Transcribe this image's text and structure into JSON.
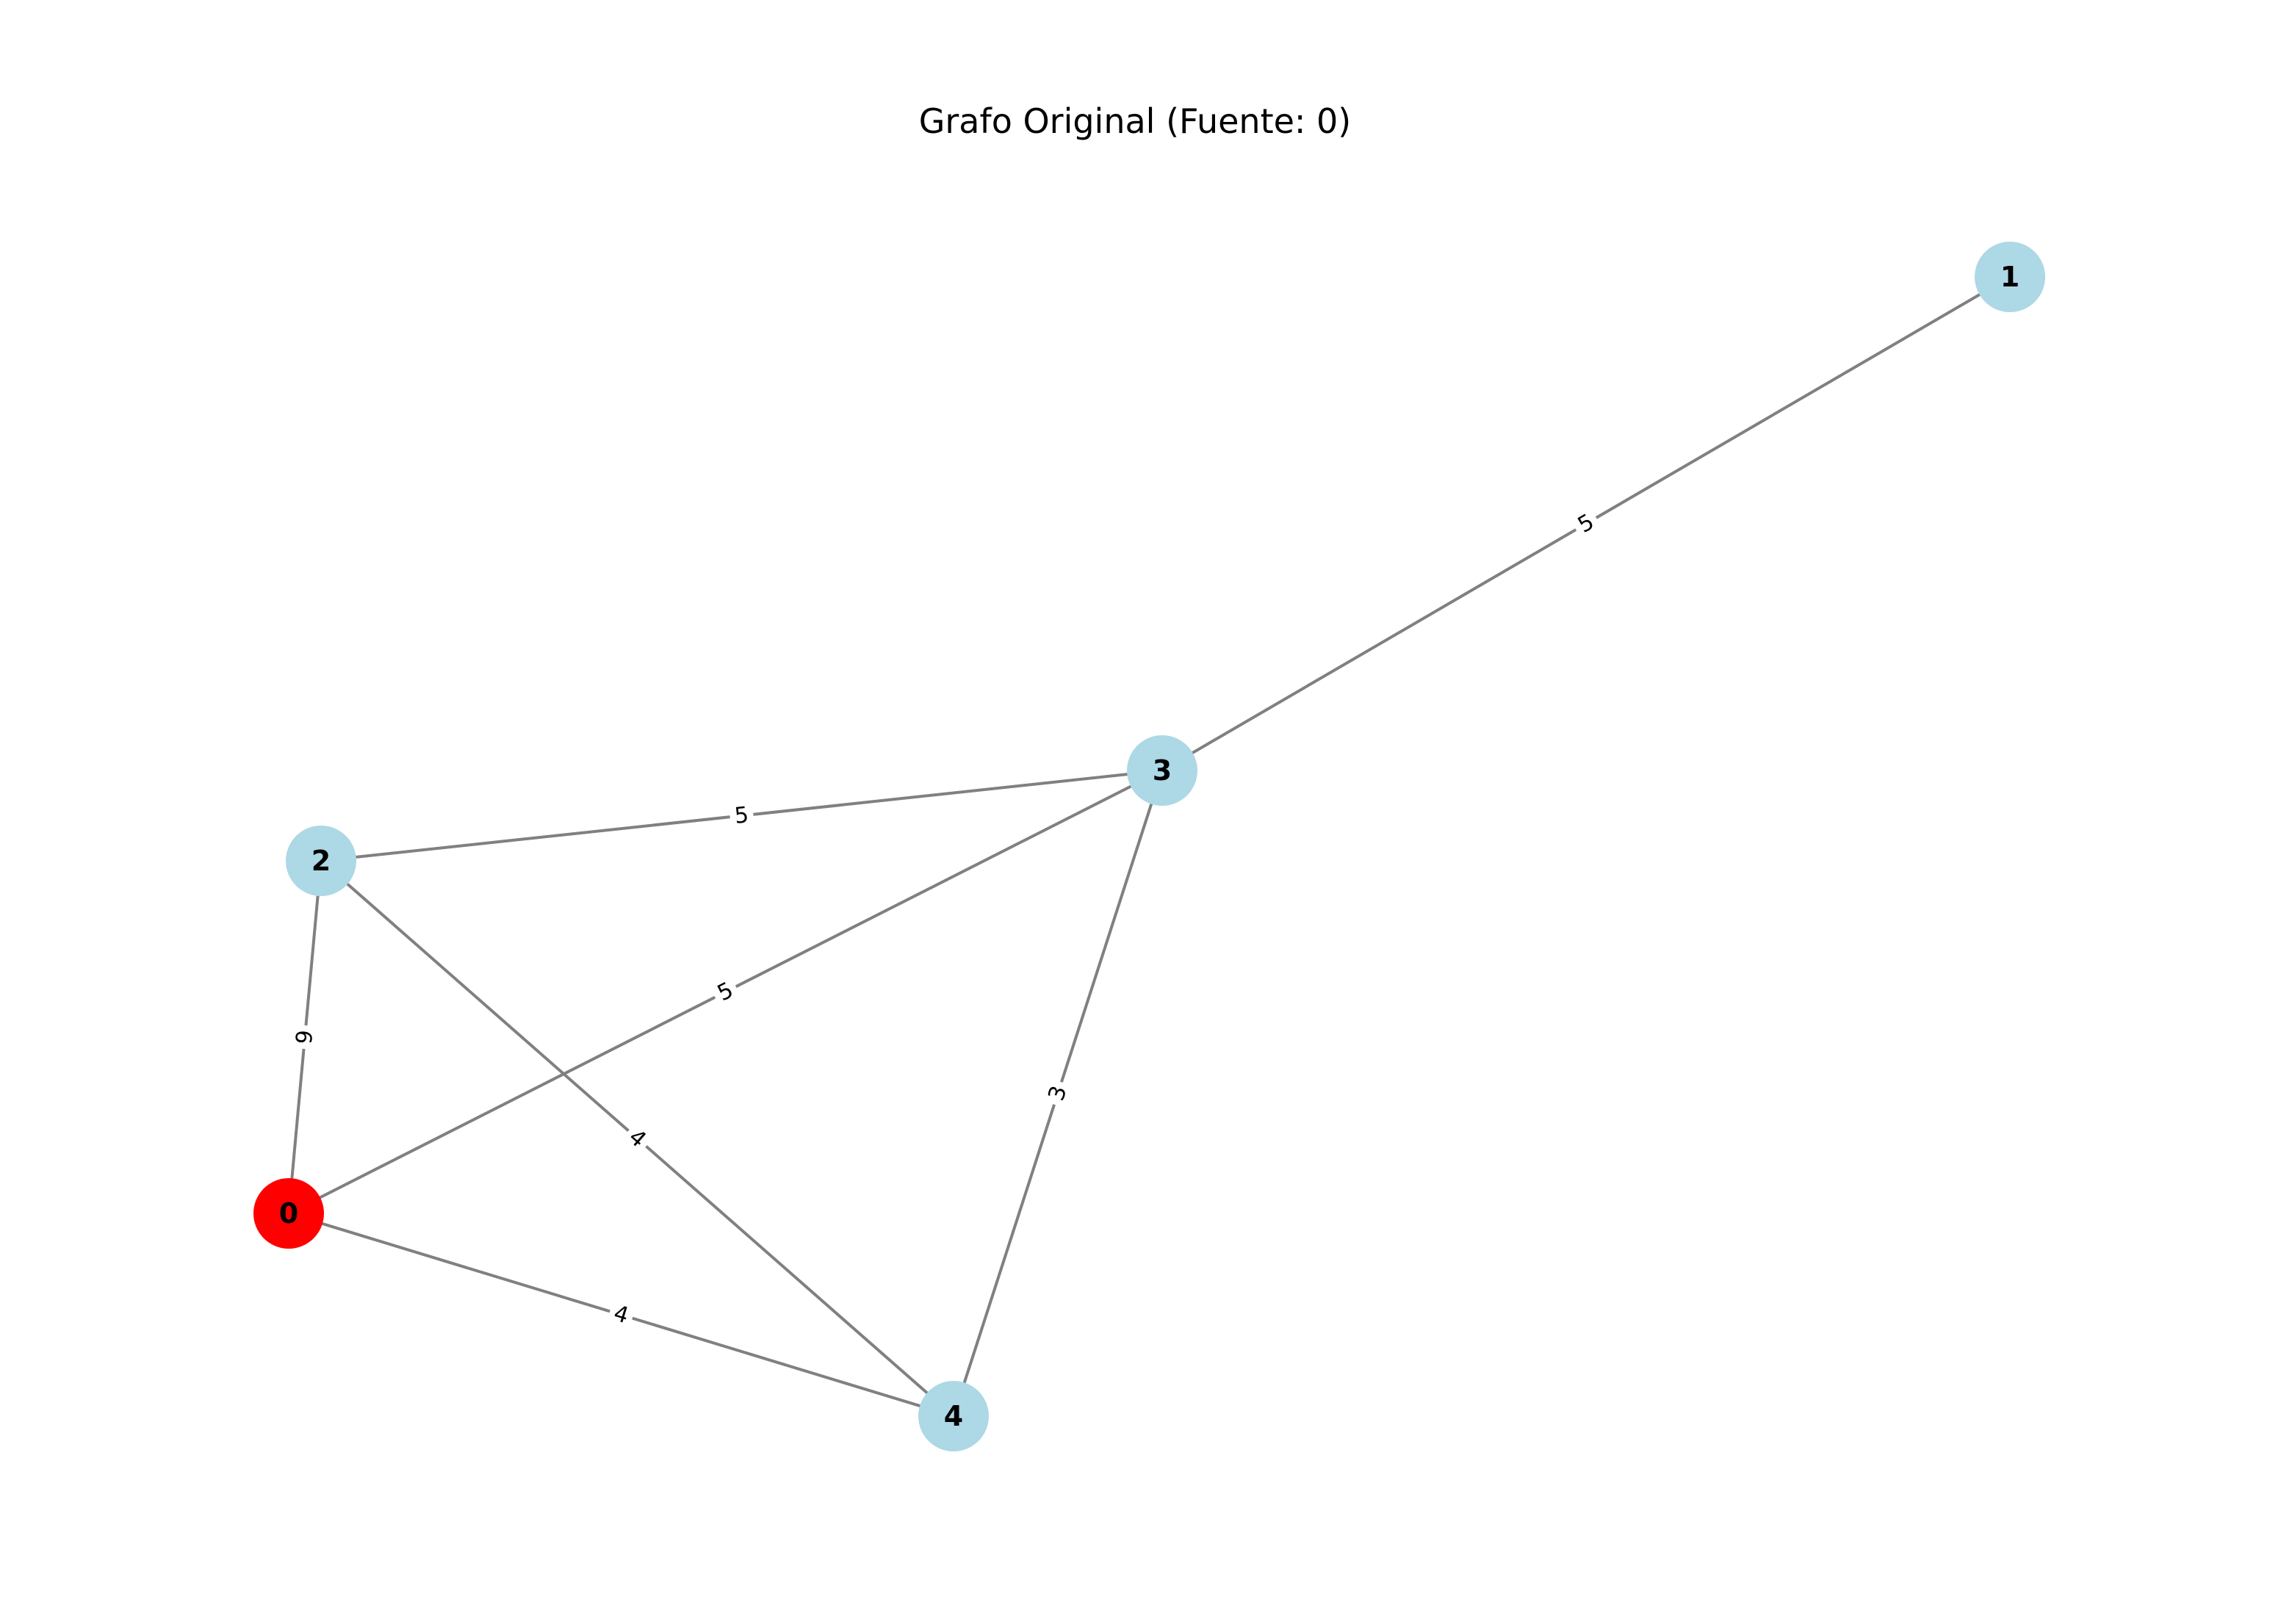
{
  "graph": {
    "title": "Grafo Original (Fuente: 0)",
    "source": "0",
    "nodes": [
      {
        "id": "0",
        "label": "0"
      },
      {
        "id": "1",
        "label": "1"
      },
      {
        "id": "2",
        "label": "2"
      },
      {
        "id": "3",
        "label": "3"
      },
      {
        "id": "4",
        "label": "4"
      }
    ],
    "edges": [
      {
        "from": "3",
        "to": "1",
        "weight": "5"
      },
      {
        "from": "2",
        "to": "3",
        "weight": "5"
      },
      {
        "from": "0",
        "to": "3",
        "weight": "5"
      },
      {
        "from": "2",
        "to": "0",
        "weight": "9"
      },
      {
        "from": "2",
        "to": "4",
        "weight": "4"
      },
      {
        "from": "3",
        "to": "4",
        "weight": "3"
      },
      {
        "from": "0",
        "to": "4",
        "weight": "4"
      }
    ],
    "colors": {
      "source_node": "#ff0000",
      "node": "#add8e6",
      "edge": "#808080",
      "edge_label_bg": "#ffffff"
    }
  }
}
